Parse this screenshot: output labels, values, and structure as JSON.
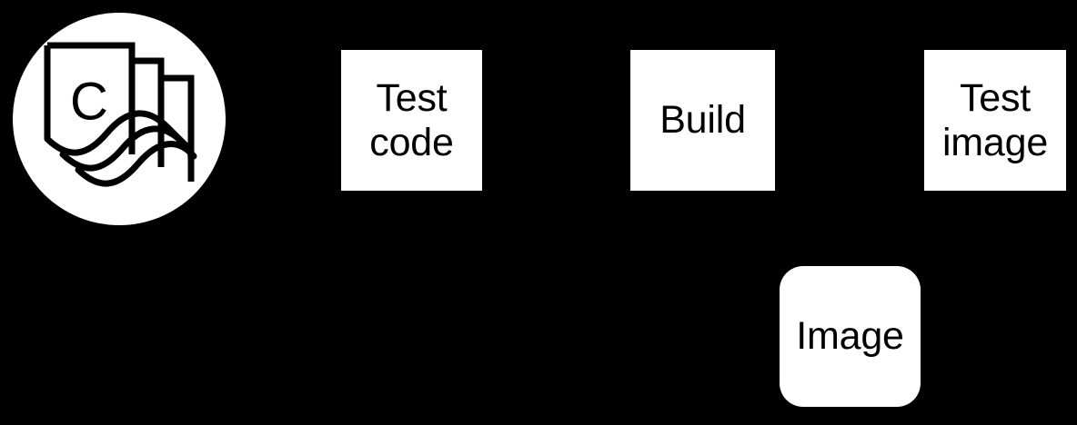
{
  "diagram": {
    "background_color": "#000000",
    "foreground_color": "#ffffff",
    "logo": {
      "name": "pages-document-logo",
      "letter": "C",
      "shape": "circle",
      "fill": "#ffffff"
    },
    "nodes": [
      {
        "id": "test-code",
        "label": "Test\ncode",
        "shape": "rectangle",
        "fill": "#ffffff",
        "text_color": "#000000"
      },
      {
        "id": "build",
        "label": "Build",
        "shape": "rectangle",
        "fill": "#ffffff",
        "text_color": "#000000"
      },
      {
        "id": "test-image",
        "label": "Test\nimage",
        "shape": "rectangle",
        "fill": "#ffffff",
        "text_color": "#000000"
      },
      {
        "id": "image",
        "label": "Image",
        "shape": "rounded-rectangle",
        "fill": "#ffffff",
        "text_color": "#000000"
      }
    ]
  }
}
